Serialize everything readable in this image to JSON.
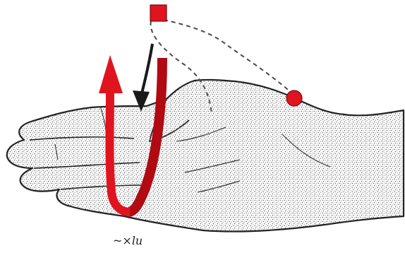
{
  "figure": {
    "subject": "hand-palm-down-illustration",
    "markers": {
      "square": {
        "shape": "square",
        "color": "#e0141e"
      },
      "circle": {
        "shape": "circle",
        "color": "#e0141e"
      }
    },
    "motion_arrow": {
      "shape": "u-turn-arrow",
      "direction": "up",
      "colors": [
        "#e0141e",
        "#b10a12"
      ]
    },
    "hint_arrow": {
      "color": "#1a1a1a"
    },
    "dashed_lines": {
      "color": "#4a4a4a"
    },
    "signature": "~×lu"
  }
}
